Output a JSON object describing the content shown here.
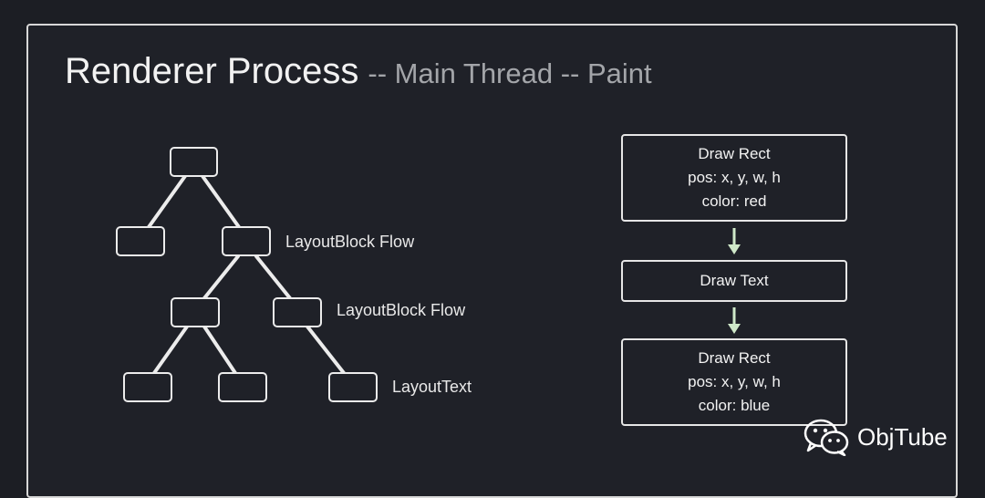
{
  "title": {
    "main": "Renderer Process",
    "sub": "-- Main Thread -- Paint"
  },
  "tree_labels": {
    "node_a": "LayoutBlock Flow",
    "node_b": "LayoutBlock Flow",
    "node_c": "LayoutText"
  },
  "paint_ops": [
    {
      "line1": "Draw Rect",
      "line2": "pos: x, y, w, h",
      "line3": "color: red"
    },
    {
      "line1": "Draw Text"
    },
    {
      "line1": "Draw Rect",
      "line2": "pos: x, y, w, h",
      "line3": "color: blue"
    }
  ],
  "colors": {
    "arrow": "#cfe9c9",
    "stroke": "#ececec"
  },
  "brand": {
    "name": "ObjTube",
    "icon": "wechat-icon"
  }
}
